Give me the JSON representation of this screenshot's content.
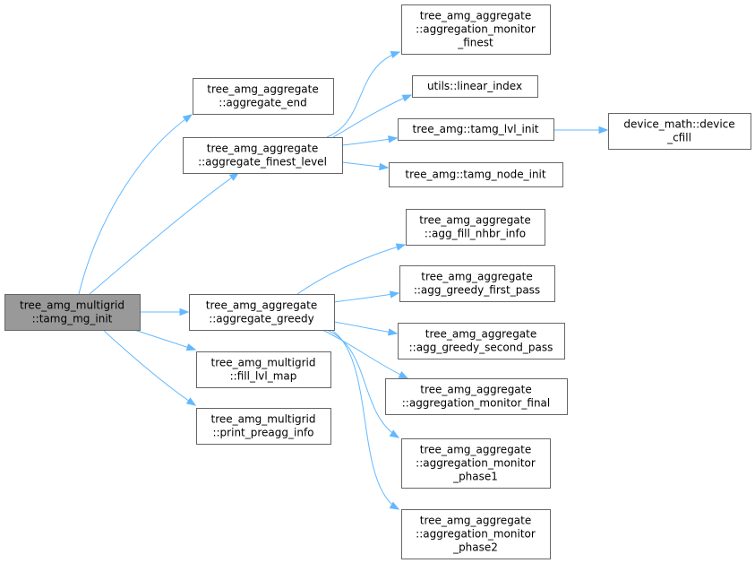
{
  "graph": {
    "colors": {
      "root_fill": "#999999",
      "node_fill": "#ffffff",
      "border": "#666666",
      "edge": "#63b8ff"
    },
    "nodes": {
      "tamg_mg_init": {
        "lines": [
          "tree_amg_multigrid",
          "::tamg_mg_init"
        ]
      },
      "aggregate_end": {
        "lines": [
          "tree_amg_aggregate",
          "::aggregate_end"
        ]
      },
      "aggregate_finest_level": {
        "lines": [
          "tree_amg_aggregate",
          "::aggregate_finest_level"
        ]
      },
      "aggregate_greedy": {
        "lines": [
          "tree_amg_aggregate",
          "::aggregate_greedy"
        ]
      },
      "fill_lvl_map": {
        "lines": [
          "tree_amg_multigrid",
          "::fill_lvl_map"
        ]
      },
      "print_preagg_info": {
        "lines": [
          "tree_amg_multigrid",
          "::print_preagg_info"
        ]
      },
      "aggregation_monitor_finest": {
        "lines": [
          "tree_amg_aggregate",
          "::aggregation_monitor",
          "_finest"
        ]
      },
      "linear_index": {
        "lines": [
          "utils::linear_index"
        ]
      },
      "tamg_lvl_init": {
        "lines": [
          "tree_amg::tamg_lvl_init"
        ]
      },
      "tamg_node_init": {
        "lines": [
          "tree_amg::tamg_node_init"
        ]
      },
      "device_cfill": {
        "lines": [
          "device_math::device",
          "_cfill"
        ]
      },
      "agg_fill_nhbr_info": {
        "lines": [
          "tree_amg_aggregate",
          "::agg_fill_nhbr_info"
        ]
      },
      "agg_greedy_first_pass": {
        "lines": [
          "tree_amg_aggregate",
          "::agg_greedy_first_pass"
        ]
      },
      "agg_greedy_second_pass": {
        "lines": [
          "tree_amg_aggregate",
          "::agg_greedy_second_pass"
        ]
      },
      "aggregation_monitor_final": {
        "lines": [
          "tree_amg_aggregate",
          "::aggregation_monitor_final"
        ]
      },
      "aggregation_monitor_phase1": {
        "lines": [
          "tree_amg_aggregate",
          "::aggregation_monitor",
          "_phase1"
        ]
      },
      "aggregation_monitor_phase2": {
        "lines": [
          "tree_amg_aggregate",
          "::aggregation_monitor",
          "_phase2"
        ]
      }
    },
    "edges": [
      [
        "tamg_mg_init",
        "aggregate_end"
      ],
      [
        "tamg_mg_init",
        "aggregate_finest_level"
      ],
      [
        "tamg_mg_init",
        "aggregate_greedy"
      ],
      [
        "tamg_mg_init",
        "fill_lvl_map"
      ],
      [
        "tamg_mg_init",
        "print_preagg_info"
      ],
      [
        "aggregate_finest_level",
        "aggregation_monitor_finest"
      ],
      [
        "aggregate_finest_level",
        "linear_index"
      ],
      [
        "aggregate_finest_level",
        "tamg_lvl_init"
      ],
      [
        "aggregate_finest_level",
        "tamg_node_init"
      ],
      [
        "tamg_lvl_init",
        "device_cfill"
      ],
      [
        "aggregate_greedy",
        "agg_fill_nhbr_info"
      ],
      [
        "aggregate_greedy",
        "agg_greedy_first_pass"
      ],
      [
        "aggregate_greedy",
        "agg_greedy_second_pass"
      ],
      [
        "aggregate_greedy",
        "aggregation_monitor_final"
      ],
      [
        "aggregate_greedy",
        "aggregation_monitor_phase1"
      ],
      [
        "aggregate_greedy",
        "aggregation_monitor_phase2"
      ]
    ]
  }
}
